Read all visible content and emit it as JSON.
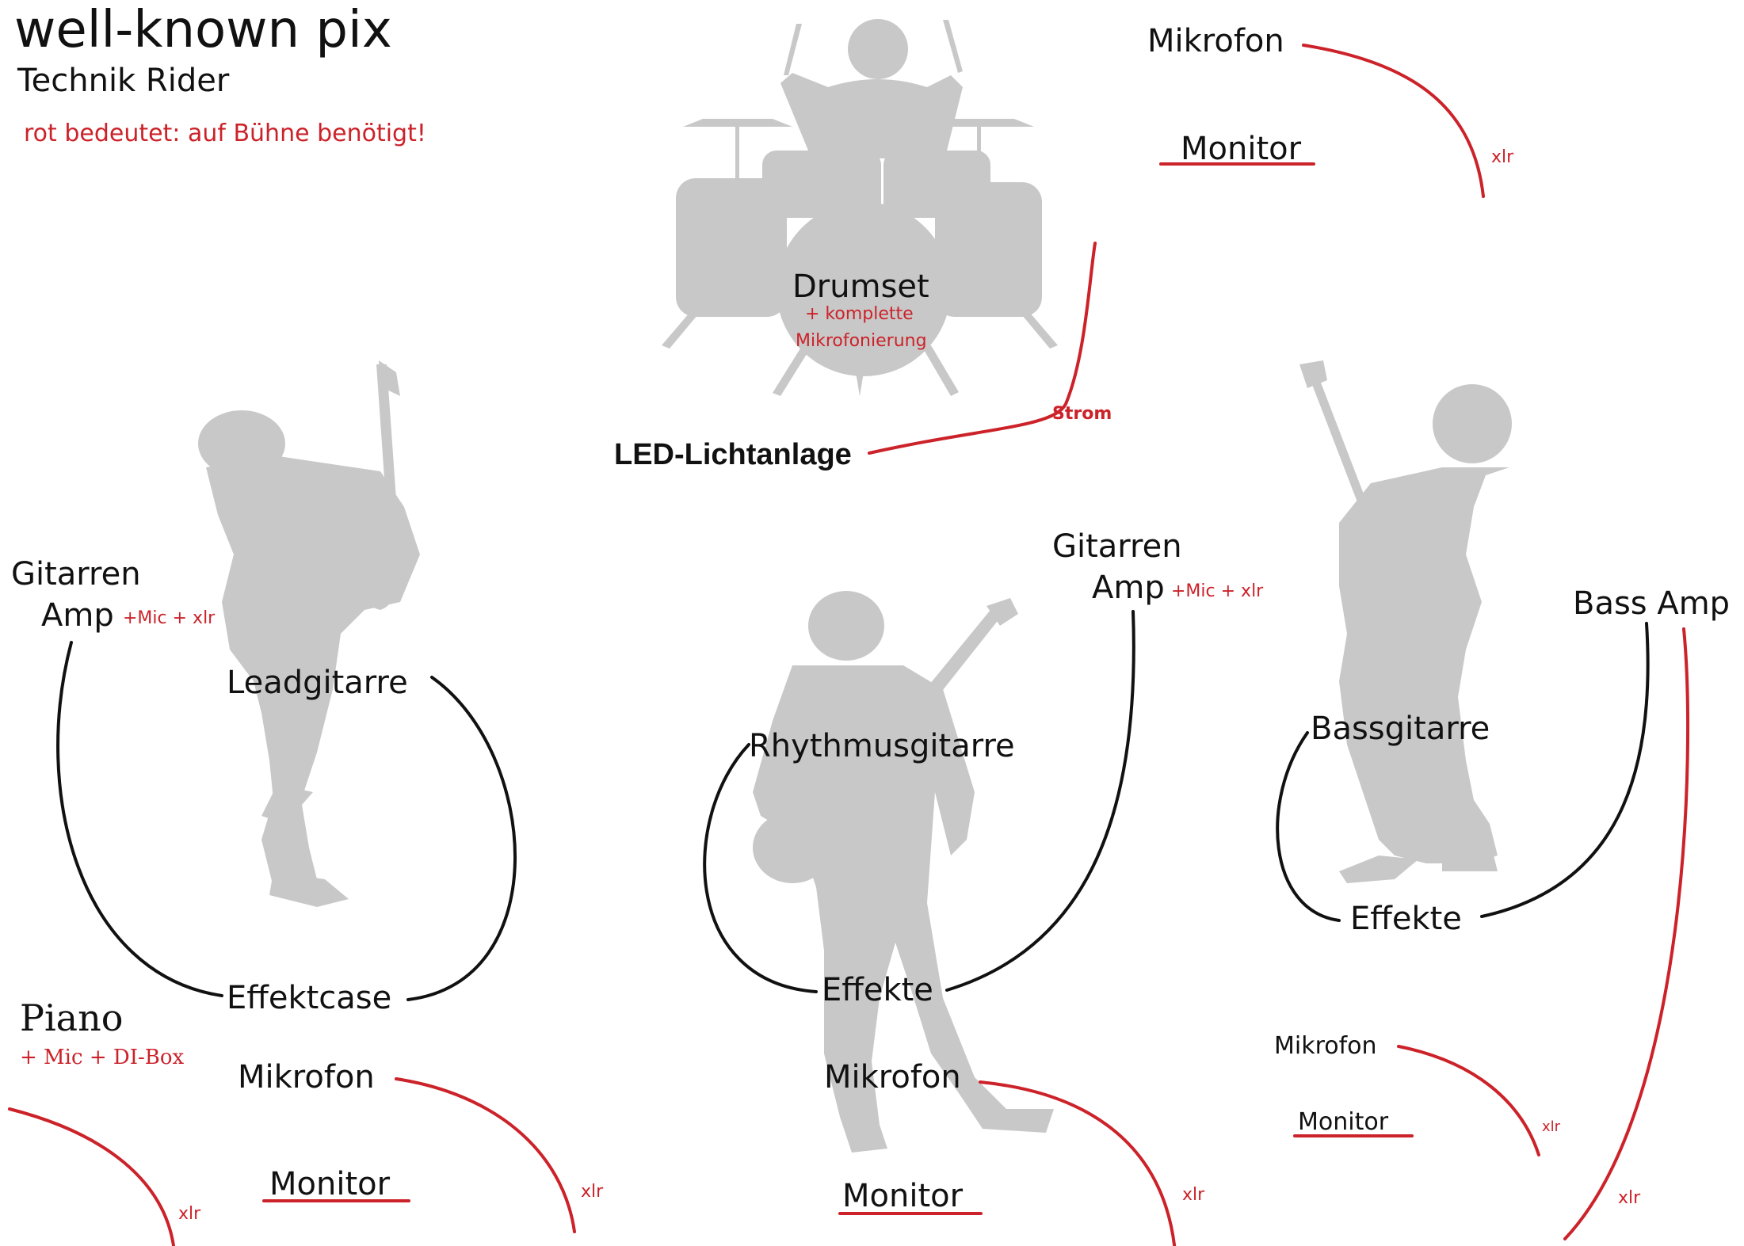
{
  "header": {
    "band_name": "well-known pix",
    "subtitle": "Technik Rider",
    "legend_note": "rot bedeutet: auf Bühne benötigt!"
  },
  "drums": {
    "label": "Drumset",
    "note_line1": "+ komplette",
    "note_line2": "Mikrofonierung"
  },
  "lights": {
    "label": "LED-Lichtanlage",
    "power_label": "Strom"
  },
  "top_right": {
    "mic": "Mikrofon",
    "monitor": "Monitor",
    "cable": "xlr"
  },
  "lead": {
    "instrument": "Leadgitarre",
    "amp_line1": "Gitarren",
    "amp_line2": "Amp",
    "amp_note": "+Mic + xlr",
    "effects": "Effektcase"
  },
  "rhythm": {
    "instrument": "Rhythmusgitarre",
    "amp_line1": "Gitarren",
    "amp_line2": "Amp",
    "amp_note": "+Mic + xlr",
    "effects": "Effekte",
    "mic": "Mikrofon",
    "monitor": "Monitor",
    "cable": "xlr"
  },
  "bass": {
    "instrument": "Bassgitarre",
    "amp": "Bass Amp",
    "effects": "Effekte",
    "mic": "Mikrofon",
    "monitor": "Monitor",
    "cable_small": "xlr",
    "cable_amp": "xlr"
  },
  "piano": {
    "label": "Piano",
    "note": "+ Mic + DI-Box",
    "cable": "xlr"
  },
  "left_station": {
    "mic": "Mikrofon",
    "monitor": "Monitor",
    "cable": "xlr"
  },
  "colors": {
    "red": "#cc2229",
    "black": "#111111",
    "silhouette": "#c8c8c8"
  }
}
